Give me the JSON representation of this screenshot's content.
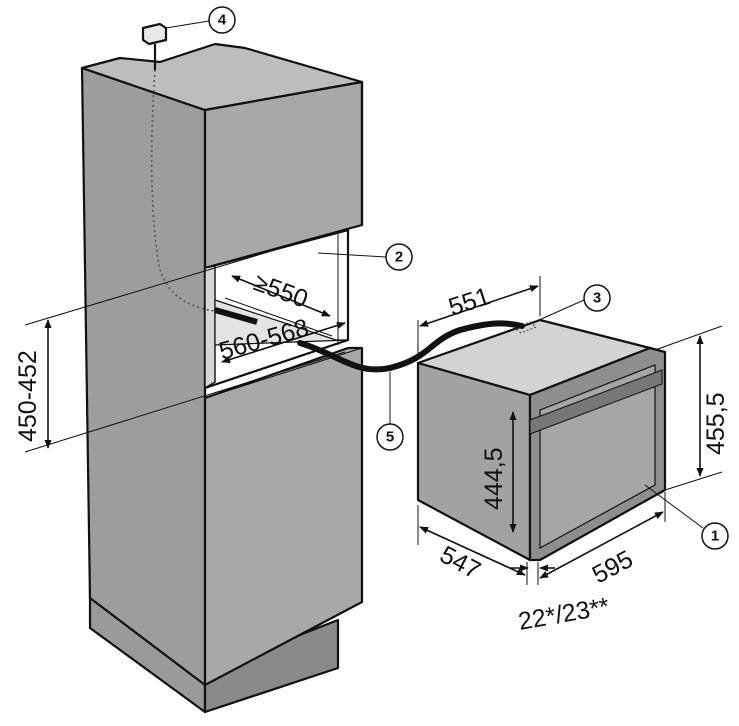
{
  "dimensions": {
    "niche_depth": "≥550",
    "niche_width": "560-568",
    "niche_height": "450-452",
    "appliance_depth": "551",
    "front_height": "455,5",
    "body_height": "444,5",
    "body_depth": "547",
    "front_width": "595",
    "front_thickness": "22*/23**"
  },
  "callouts": [
    {
      "number": "1",
      "part": "appliance front"
    },
    {
      "number": "2",
      "part": "niche"
    },
    {
      "number": "3",
      "part": "connection point"
    },
    {
      "number": "4",
      "part": "junction box"
    },
    {
      "number": "5",
      "part": "mains cable"
    }
  ]
}
